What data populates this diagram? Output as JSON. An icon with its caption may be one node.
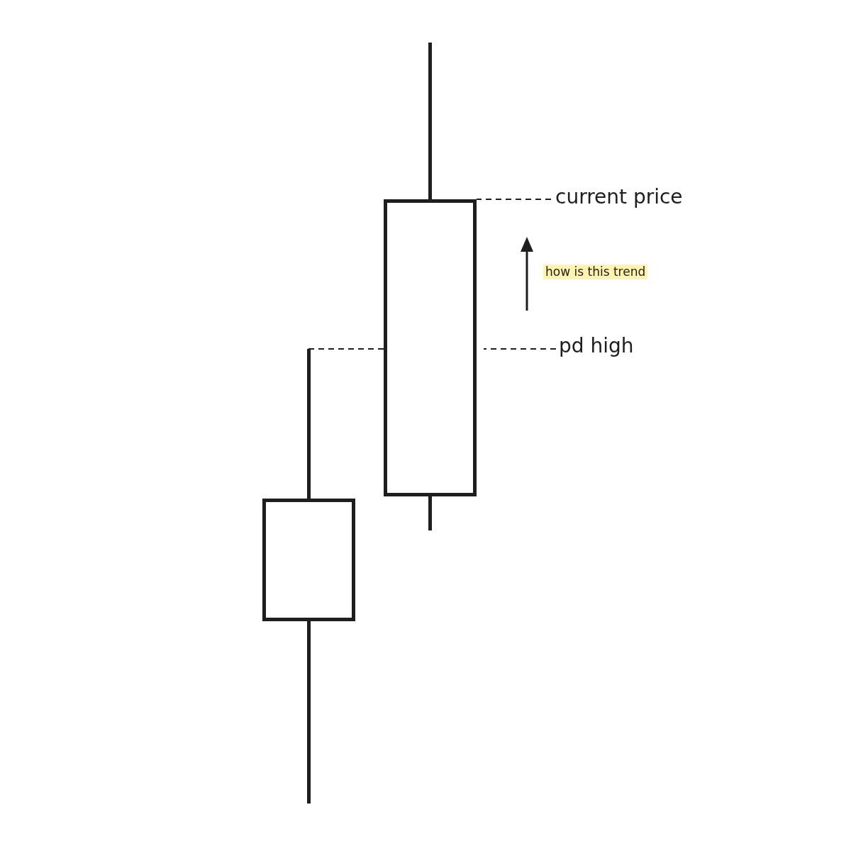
{
  "diagram": {
    "nodes": [
      {
        "text": [],
        "shape": "box"
      },
      {
        "text": [],
        "shape": "box"
      },
      {
        "text": [
          "current price"
        ]
      },
      {
        "text": [
          "pd high"
        ]
      }
    ],
    "edges": [
      {
        "from": 2,
        "to": 0,
        "arrow": "none",
        "style": "dashed"
      },
      {
        "from": 3,
        "to": 0,
        "arrow": "none",
        "style": "dashed"
      },
      {
        "from": 1,
        "to": 0,
        "arrow": "none",
        "style": "dashed"
      }
    ],
    "labels": [
      "how is this trend"
    ]
  }
}
